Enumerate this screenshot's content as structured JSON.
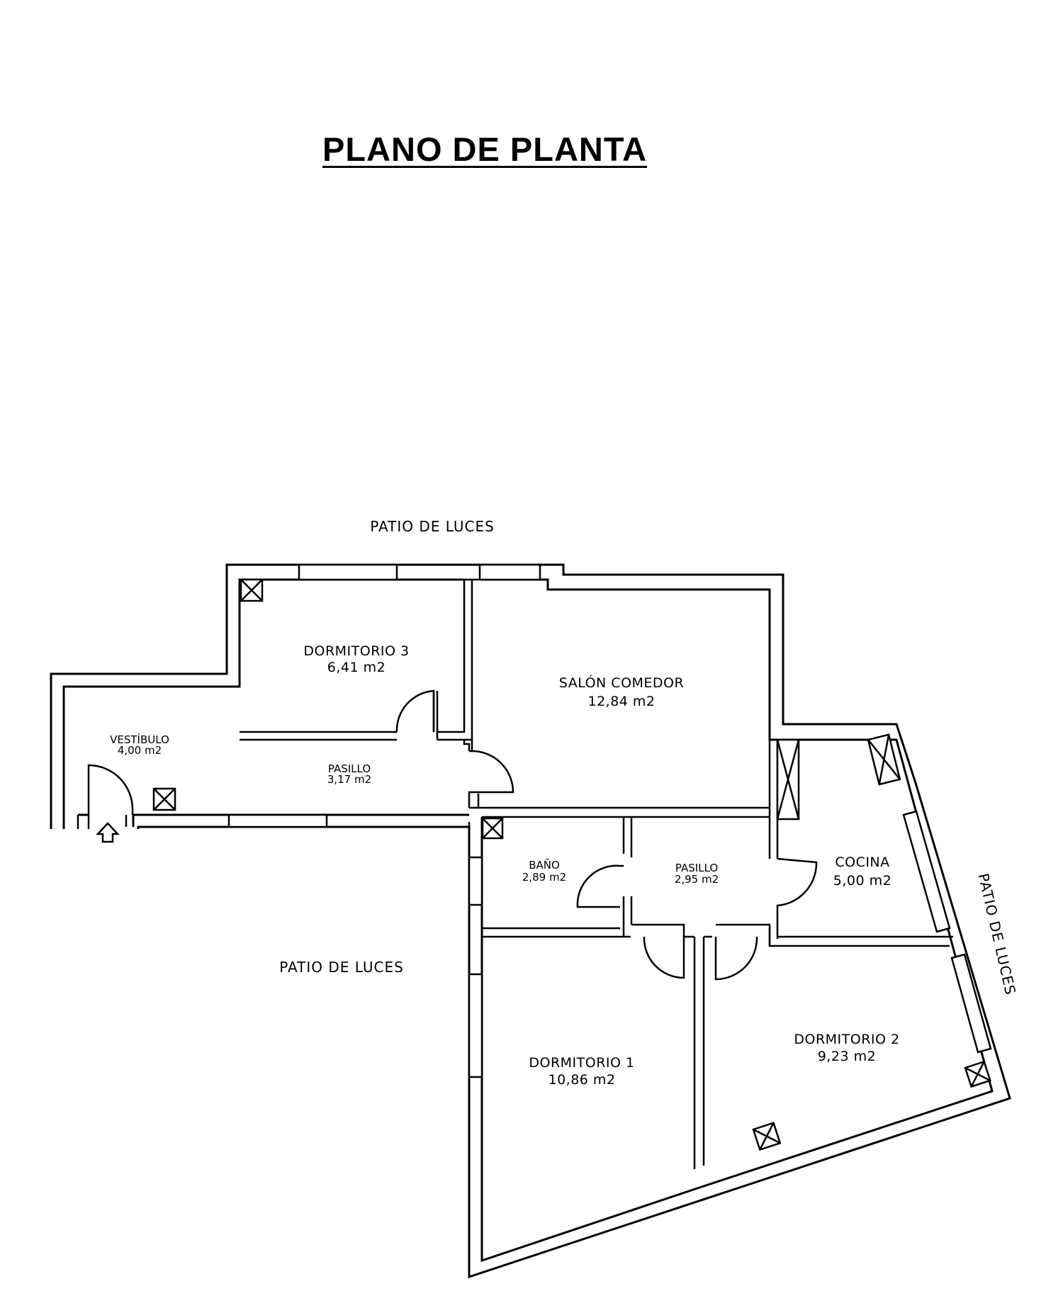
{
  "title": "PLANO DE PLANTA",
  "exterior": {
    "patio_top": "PATIO DE LUCES",
    "patio_left": "PATIO DE LUCES",
    "patio_right": "PATIO DE LUCES"
  },
  "rooms": {
    "dormitorio3": {
      "name": "DORMITORIO 3",
      "area": "6,41 m2"
    },
    "salon": {
      "name": "SALÓN COMEDOR",
      "area": "12,84 m2"
    },
    "vestibulo": {
      "name": "VESTÍBULO",
      "area": "4,00 m2"
    },
    "pasillo1": {
      "name": "PASILLO",
      "area": "3,17 m2"
    },
    "bano": {
      "name": "BAÑO",
      "area": "2,89 m2"
    },
    "pasillo2": {
      "name": "PASILLO",
      "area": "2,95 m2"
    },
    "cocina": {
      "name": "COCINA",
      "area": "5,00 m2"
    },
    "dormitorio1": {
      "name": "DORMITORIO 1",
      "area": "10,86 m2"
    },
    "dormitorio2": {
      "name": "DORMITORIO 2",
      "area": "9,23 m2"
    }
  },
  "entrance_icon": "up-arrow-icon"
}
